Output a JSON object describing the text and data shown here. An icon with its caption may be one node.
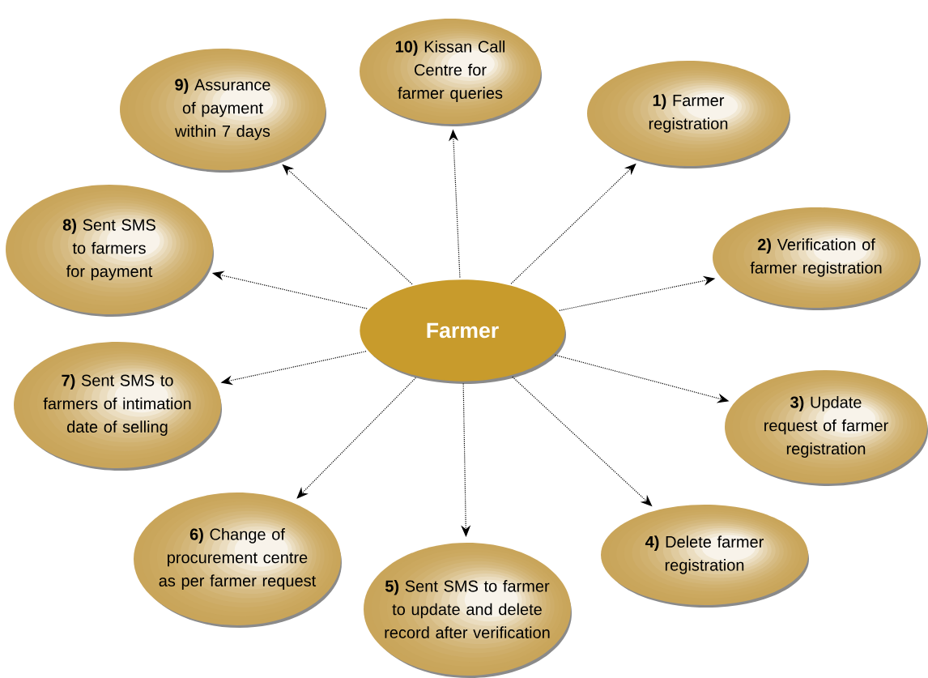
{
  "diagram": {
    "nodes": [
      {
        "text": [
          "Farmer"
        ]
      },
      {
        "text": [
          "**1)** Farmer registration"
        ]
      },
      {
        "text": [
          "**2)** Verification of farmer registration"
        ]
      },
      {
        "text": [
          "**3)** Update request of farmer registration"
        ]
      },
      {
        "text": [
          "**4)** Delete farmer registration"
        ]
      },
      {
        "text": [
          "**5)** Sent SMS to farmer to update and delete record after verification"
        ]
      },
      {
        "text": [
          "**6)** Change of procurement centre as per farmer request"
        ]
      },
      {
        "text": [
          "**7)** Sent SMS to farmers of intimation date of selling"
        ]
      },
      {
        "text": [
          "**8)** Sent SMS to farmers for payment"
        ]
      },
      {
        "text": [
          "**9)** Assurance  of payment within 7 days"
        ]
      },
      {
        "text": [
          "**10)** Kissan Call Centre for farmer queries"
        ]
      }
    ],
    "edges": [
      {
        "from": 0,
        "to": 1,
        "arrow": "to"
      },
      {
        "from": 0,
        "to": 2,
        "arrow": "to"
      },
      {
        "from": 0,
        "to": 3,
        "arrow": "to"
      },
      {
        "from": 0,
        "to": 4,
        "arrow": "to"
      },
      {
        "from": 0,
        "to": 5,
        "arrow": "to"
      },
      {
        "from": 0,
        "to": 6,
        "arrow": "to"
      },
      {
        "from": 0,
        "to": 7,
        "arrow": "to"
      },
      {
        "from": 0,
        "to": 8,
        "arrow": "to"
      },
      {
        "from": 0,
        "to": 9,
        "arrow": "to"
      },
      {
        "from": 0,
        "to": 10,
        "arrow": "to"
      }
    ]
  }
}
